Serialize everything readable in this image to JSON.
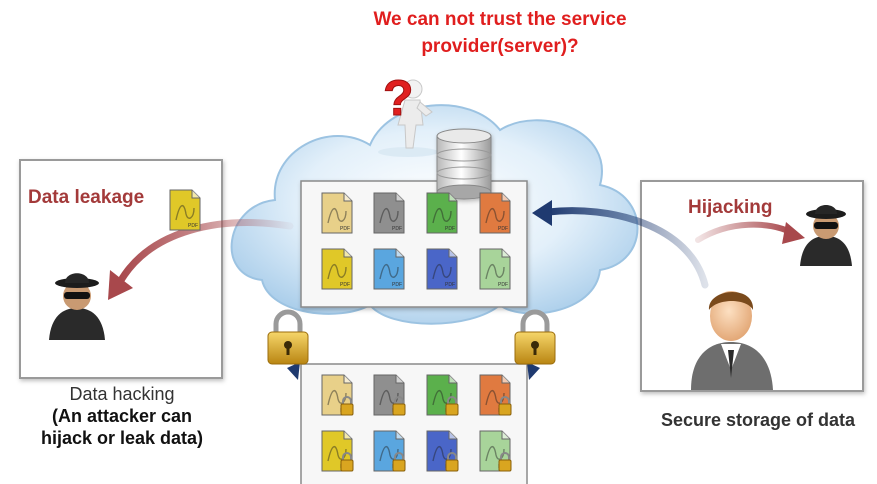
{
  "question": {
    "line1": "We can not trust the service",
    "line2": "provider(server)?"
  },
  "left_panel": {
    "annotation": "Data leakage",
    "caption_line1": "Data hacking",
    "caption_line2": "(An attacker can",
    "caption_line3": "hijack or leak data)"
  },
  "right_panel": {
    "annotation": "Hijacking",
    "caption": "Secure storage of data"
  },
  "file_label": "PDF",
  "colors": {
    "question_red": "#e01e1e",
    "annotation_red": "#a33a3a",
    "arrow_red": "#a8484c",
    "arrow_blue": "#1f3a70",
    "cloud": "#c9e2f3",
    "lock_gold": "#d9a520",
    "file_colors": [
      "#e8d089",
      "#8f8f8f",
      "#5bb04c",
      "#e07a40",
      "#e0c828",
      "#5aa6df",
      "#4a66c8",
      "#a8d49a"
    ]
  },
  "icons": [
    "question-mark-icon",
    "thinking-figure-icon",
    "database-icon",
    "pdf-file-icon",
    "padlock-icon",
    "hacker-icon",
    "user-icon"
  ]
}
